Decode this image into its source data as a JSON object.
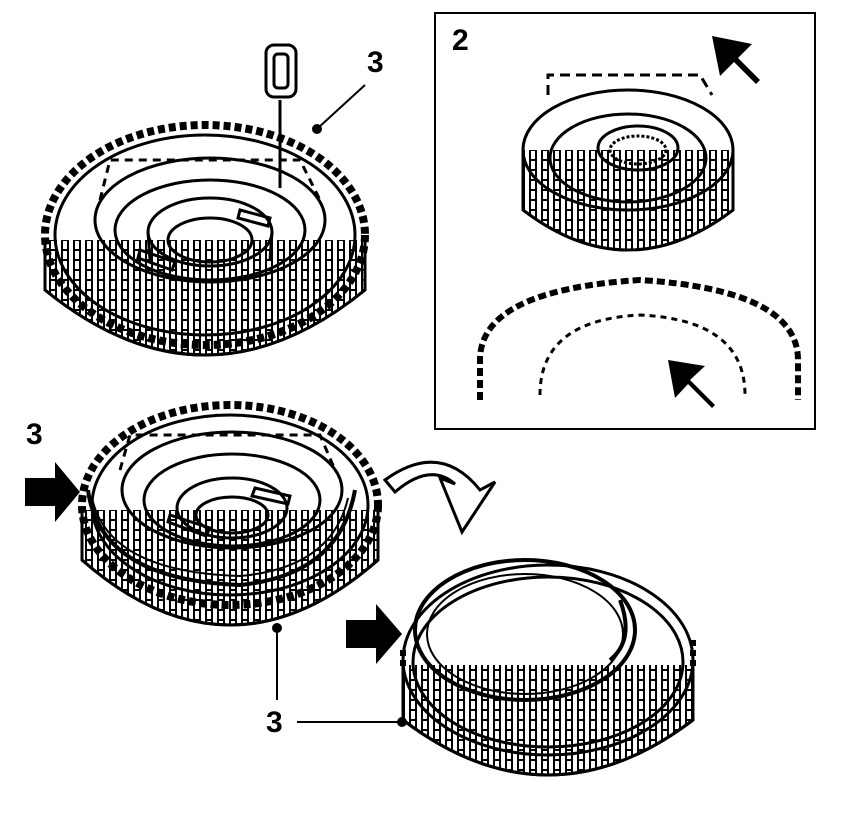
{
  "figure": {
    "callouts": {
      "top_gear": "3",
      "inset_number": "2",
      "middle_gear": "3",
      "bottom_gear": "3"
    },
    "icons": [
      "arrow-right-icon",
      "arrow-down-left-icon",
      "arrow-up-left-icon",
      "curved-arrow-icon"
    ],
    "line_color": "#000000",
    "background_color": "#ffffff"
  }
}
